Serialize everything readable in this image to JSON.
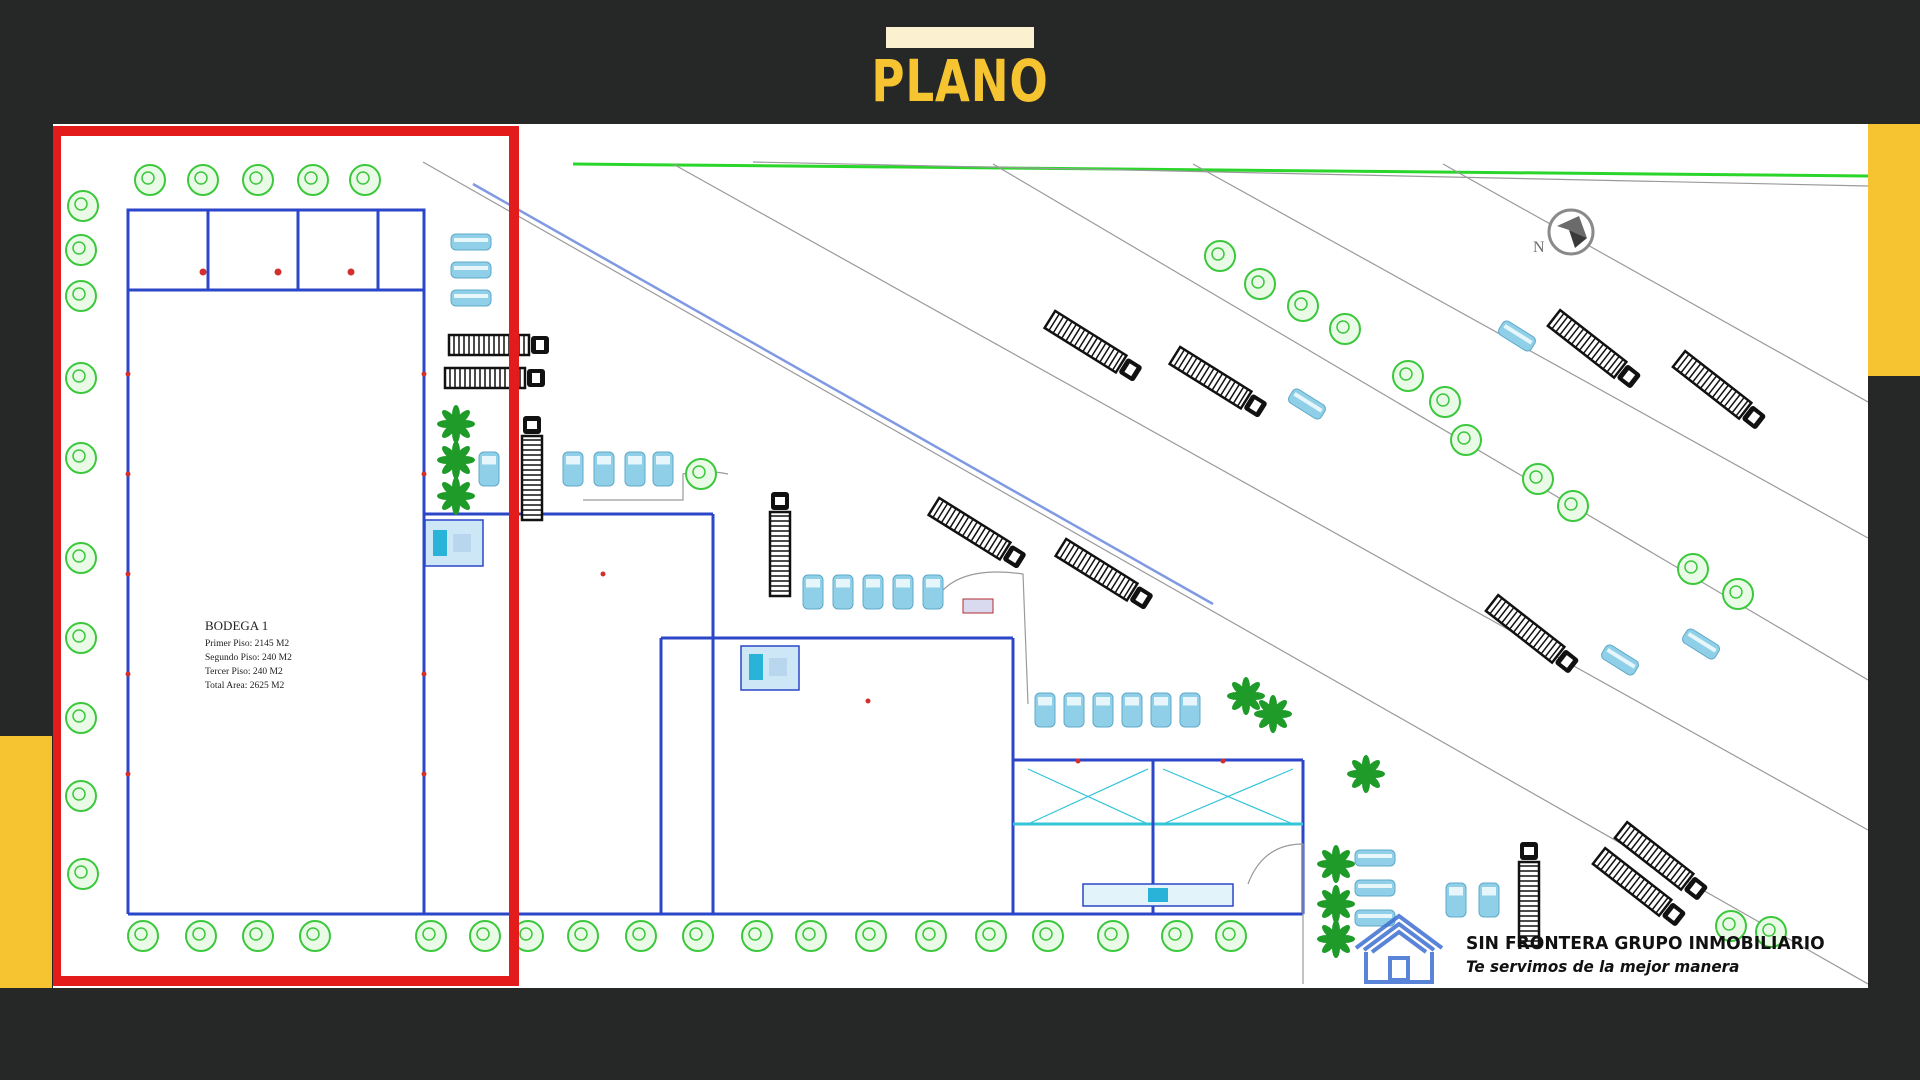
{
  "slide": {
    "title": "PLANO",
    "colors": {
      "background": "#262727",
      "title": "#f6c431",
      "accent": "#f6c431",
      "highlight": "#e31b1b",
      "wall": "#2b46c9"
    }
  },
  "plan": {
    "north_label": "N",
    "bodega": {
      "name": "BODEGA 1",
      "lines": [
        "Primer Piso: 2145 M2",
        "Segundo Piso: 240 M2",
        "Tercer Piso: 240 M2",
        "Total Area: 2625 M2"
      ]
    }
  },
  "brand": {
    "name": "SIN FRONTERA GRUPO INMOBILIARIO",
    "slogan": "Te servimos de la mejor manera",
    "logo_icon": "house-logo-icon"
  }
}
